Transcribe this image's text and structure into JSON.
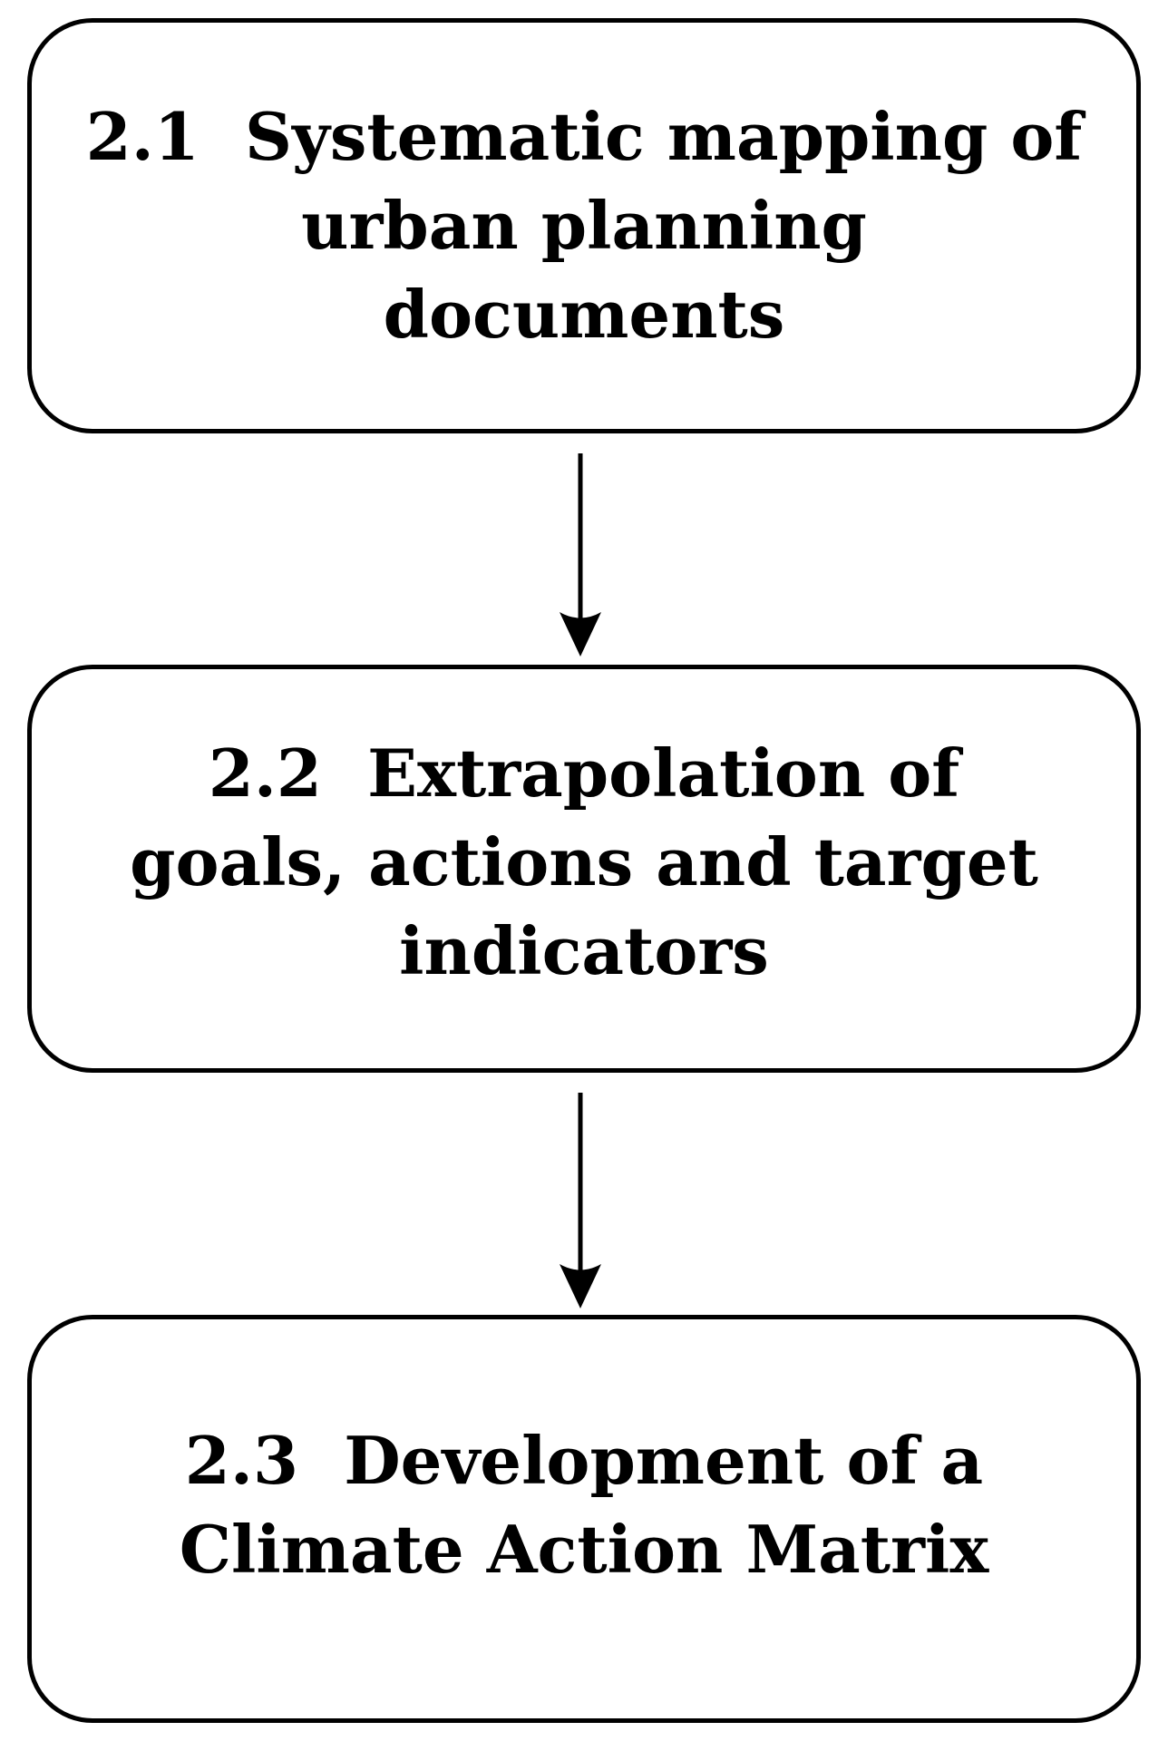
{
  "diagram": {
    "type": "flowchart",
    "direction": "top-down",
    "steps": [
      {
        "number": "2.1",
        "text": "2.1 Systematic mapping of urban planning documents",
        "lines": [
          "2.1  Systematic mapping of",
          "urban planning",
          "documents"
        ]
      },
      {
        "number": "2.2",
        "text": "2.2 Extrapolation of goals, actions and target indicators",
        "lines": [
          "2.2  Extrapolation of",
          "goals, actions and target",
          "indicators"
        ]
      },
      {
        "number": "2.3",
        "text": "2.3 Development of a Climate Action Matrix",
        "lines": [
          "2.3  Development of a",
          "Climate Action Matrix"
        ]
      }
    ],
    "connections": [
      {
        "from": "2.1",
        "to": "2.2",
        "style": "arrow-down"
      },
      {
        "from": "2.2",
        "to": "2.3",
        "style": "arrow-down"
      }
    ]
  },
  "colors": {
    "stroke": "#000000",
    "text": "#000000",
    "background": "#ffffff"
  }
}
